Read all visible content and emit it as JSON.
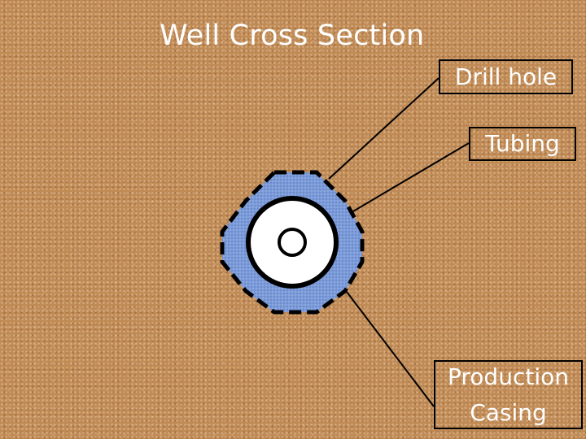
{
  "title": "Well Cross Section",
  "labels": {
    "drill_hole": "Drill hole",
    "tubing": "Tubing",
    "production_casing": "Production\nCasing"
  },
  "colors": {
    "background": "#c08a55",
    "drill_hole_fill": "#7b9ad8",
    "casing_fill": "#ffffff",
    "outline": "#000000",
    "text": "#ffffff"
  }
}
